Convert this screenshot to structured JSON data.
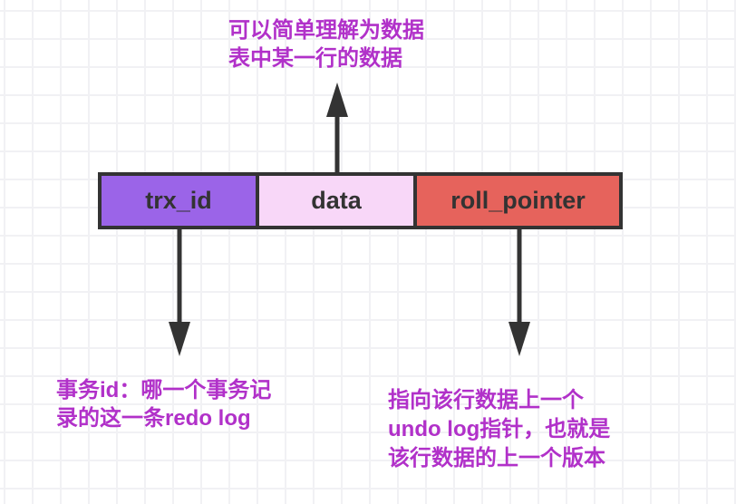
{
  "annotations": {
    "top": {
      "lines": [
        "可以简单理解为数据",
        "表中某一行的数据"
      ],
      "color": "#b131c9"
    },
    "bottom_left": {
      "lines": [
        "事务id：哪一个事务记",
        "录的这一条redo log"
      ],
      "color": "#b131c9"
    },
    "bottom_right": {
      "lines": [
        "指向该行数据上一个",
        "undo log指针，也就是",
        "该行数据的上一个版本"
      ],
      "color": "#b131c9"
    }
  },
  "row": {
    "cells": [
      {
        "label": "trx_id",
        "fill": "#9b64e8"
      },
      {
        "label": "data",
        "fill": "#f8d7f8"
      },
      {
        "label": "roll_pointer",
        "fill": "#e6635c"
      }
    ],
    "outline_color": "#333333",
    "label_color": "#333333"
  },
  "arrows": [
    {
      "name": "data-up-arrow",
      "direction": "up",
      "color": "#333333"
    },
    {
      "name": "trx-id-down-arrow",
      "direction": "down",
      "color": "#333333"
    },
    {
      "name": "roll-pointer-down-arrow",
      "direction": "down",
      "color": "#333333"
    }
  ],
  "background": {
    "grid_color": "#f1f1f4",
    "fill": "#ffffff"
  }
}
